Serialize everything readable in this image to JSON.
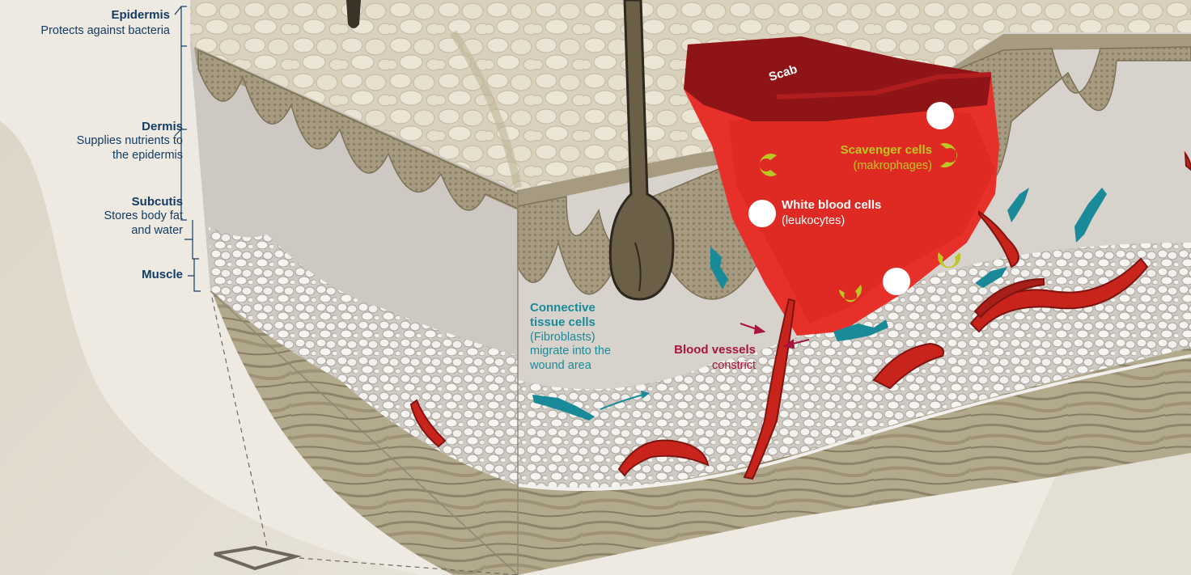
{
  "layers": [
    {
      "name": "Epidermis",
      "description": "Protects against bacteria"
    },
    {
      "name": "Dermis",
      "description_line1": "Supplies nutrients to",
      "description_line2": "the epidermis"
    },
    {
      "name": "Subcutis",
      "description_line1": "Stores body fat",
      "description_line2": "and water"
    },
    {
      "name": "Muscle"
    }
  ],
  "scab": {
    "label": "Scab"
  },
  "scavenger": {
    "name": "Scavenger cells",
    "alt": "(makrophages)"
  },
  "leukocytes": {
    "name": "White blood cells",
    "alt": "(leukocytes)"
  },
  "fibroblasts": {
    "name_line1": "Connective",
    "name_line2": "tissue cells",
    "alt": "(Fibroblasts)",
    "desc_line1": "migrate into the",
    "desc_line2": "wound area"
  },
  "vessels": {
    "name": "Blood vessels",
    "desc": "constrict"
  },
  "colors": {
    "navy": "#143c64",
    "teal": "#1a8a98",
    "lime": "#bcc821",
    "crimson": "#a8153e",
    "blood": "#e8302a",
    "scab": "#8e1418"
  }
}
